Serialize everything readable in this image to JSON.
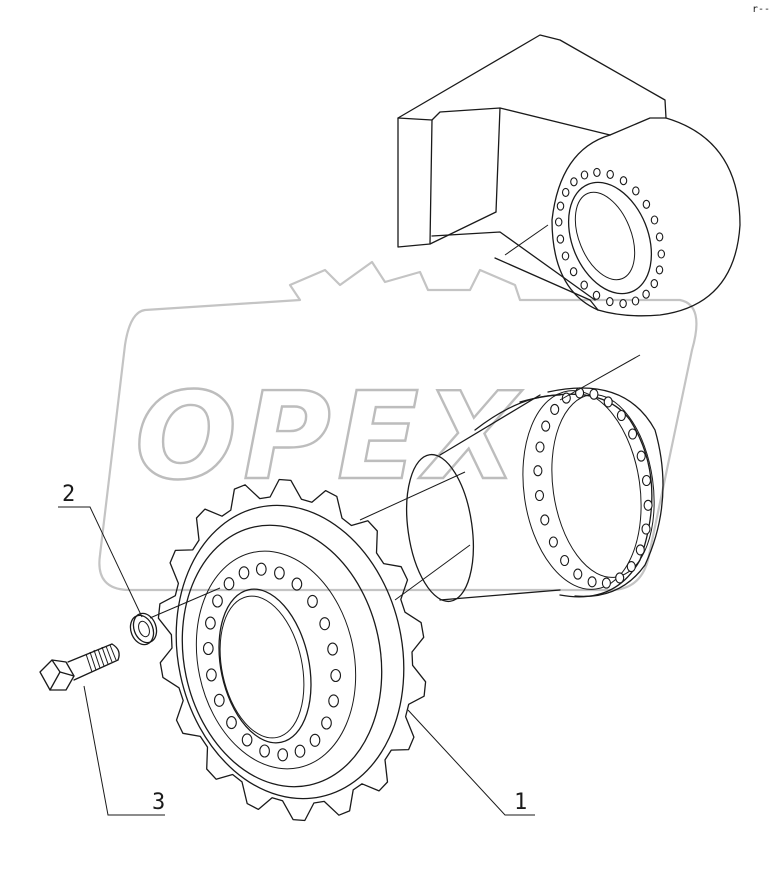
{
  "watermark": {
    "text": "OPEX"
  },
  "corner_mark": "r--",
  "callouts": [
    {
      "id": "1",
      "label": "1"
    },
    {
      "id": "2",
      "label": "2"
    },
    {
      "id": "3",
      "label": "3"
    }
  ]
}
